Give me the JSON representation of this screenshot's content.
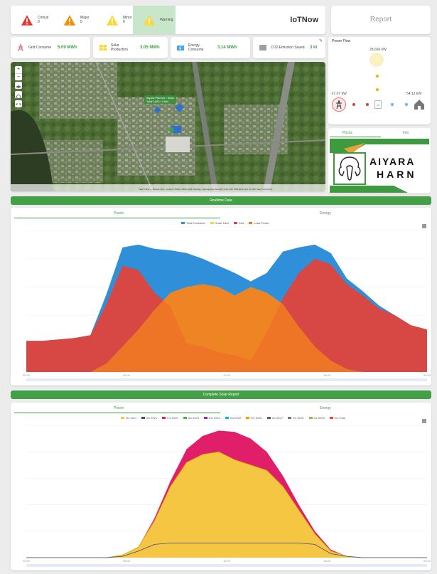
{
  "alerts": [
    {
      "label": "Critical",
      "count": "0",
      "color": "#e53935"
    },
    {
      "label": "Major",
      "count": "0",
      "color": "#fb8c00"
    },
    {
      "label": "Minor",
      "count": "0",
      "color": "#fdd835"
    },
    {
      "label": "Warning",
      "count": "",
      "color": "#fdd835"
    }
  ],
  "header": {
    "brand": "IoTNow",
    "report_label": "Report"
  },
  "kpis": [
    {
      "label": "Grid Consume",
      "value": "5.09 MWh",
      "icon": "grid-tower-icon",
      "color": "#e57373"
    },
    {
      "label": "Solar Production",
      "value": "3.05 MWh",
      "icon": "solar-panel-icon",
      "color": "#fdd835"
    },
    {
      "label": "Energy Consume",
      "value": "3.14 MWh",
      "icon": "energy-icon",
      "color": "#42a5f5"
    },
    {
      "label": "CO2 Emission Saved",
      "value": "3 kt",
      "icon": "co2-icon",
      "color": "#9e9e9e"
    }
  ],
  "map": {
    "popup_title": "Aiyara Planner / Solar",
    "popup_sub": "Total 1000 / 3 kW",
    "attribution": "Tiles © Esri — Source: Esri, i-cubed, USDA, USGS, AEX, GeoEye, Getmapping, Aerogrid, IGN, IGP, UPR-EGP, and the GIS User Community"
  },
  "powerflow": {
    "title": "Power Flow",
    "solar_kw": "28.656 kW",
    "grid_kw": "-27.07 kW",
    "load_kw": "54.12 kW"
  },
  "side_tabs": [
    "Prices",
    "Info"
  ],
  "logo": {
    "line1": "AIYARA",
    "line2": "HARN"
  },
  "bar1_label": "Realtime Data",
  "bar2_label": "Complete Solar Report",
  "chart1_tabs": [
    "Power",
    "Energy"
  ],
  "chart2_tabs": [
    "Power",
    "Energy"
  ],
  "chart1_legend": [
    "Total Consume",
    "Solar Total",
    "Grid",
    "Load Power"
  ],
  "chart2_legend": [
    "Inv Sum",
    "Inv INV1",
    "Inv INV2",
    "Inv INV3",
    "Inv INV4",
    "Inv INV5",
    "Inv INV6",
    "Inv INV7",
    "Inv INV8",
    "Inv INV9",
    "Inv Total"
  ],
  "colors": {
    "green": "#43a047",
    "blue": "#2f8fd8",
    "red": "#e0453c",
    "yellow": "#e6e232",
    "orange": "#f07a24",
    "pink": "#e01e6a",
    "gold": "#f5c642",
    "navy": "#3b4a8a"
  },
  "chart_data": [
    {
      "type": "area",
      "x": [
        "00:00",
        "06:00",
        "12:00",
        "18:00",
        "00:00"
      ],
      "series": [
        {
          "name": "Total Consume",
          "values": [
            22,
            22,
            23,
            24,
            26,
            55,
            88,
            90,
            87,
            86,
            84,
            80,
            75,
            70,
            64,
            70,
            85,
            88,
            90,
            84,
            66,
            57,
            47,
            40,
            33,
            30
          ]
        },
        {
          "name": "Solar Total",
          "values": [
            0,
            0,
            0,
            0,
            0,
            6,
            18,
            30,
            44,
            56,
            60,
            62,
            60,
            54,
            60,
            56,
            48,
            32,
            18,
            8,
            2,
            0,
            0,
            0,
            0,
            0
          ]
        },
        {
          "name": "Grid",
          "values": [
            22,
            22,
            23,
            24,
            26,
            48,
            75,
            72,
            56,
            46,
            20,
            18,
            14,
            12,
            8,
            28,
            52,
            70,
            80,
            76,
            62,
            54,
            45,
            40,
            33,
            30
          ]
        },
        {
          "name": "Load Power",
          "values": [
            0,
            0,
            0,
            0,
            0,
            6,
            18,
            30,
            44,
            56,
            60,
            62,
            60,
            54,
            60,
            56,
            48,
            32,
            18,
            8,
            2,
            0,
            0,
            0,
            0,
            0
          ]
        }
      ],
      "ylim": [
        0,
        100
      ]
    },
    {
      "type": "area",
      "x": [
        "00:00",
        "06:00",
        "12:00",
        "18:00",
        "00:00"
      ],
      "series": [
        {
          "name": "Inv Total",
          "values": [
            0,
            0,
            0,
            0,
            0,
            0,
            2,
            8,
            30,
            58,
            82,
            92,
            96,
            95,
            90,
            80,
            62,
            40,
            20,
            6,
            1,
            0,
            0,
            0,
            0,
            0
          ]
        },
        {
          "name": "Inv Sum",
          "values": [
            0,
            0,
            0,
            0,
            0,
            0,
            2,
            8,
            28,
            54,
            72,
            78,
            80,
            74,
            70,
            66,
            54,
            36,
            18,
            5,
            1,
            0,
            0,
            0,
            0,
            0
          ]
        },
        {
          "name": "Inv INV1",
          "values": [
            0,
            0,
            0,
            0,
            0,
            0,
            1,
            5,
            10,
            11,
            11,
            11,
            11,
            11,
            11,
            11,
            11,
            11,
            10,
            3,
            1,
            0,
            0,
            0,
            0,
            0
          ]
        }
      ],
      "ylim": [
        0,
        100
      ]
    }
  ]
}
